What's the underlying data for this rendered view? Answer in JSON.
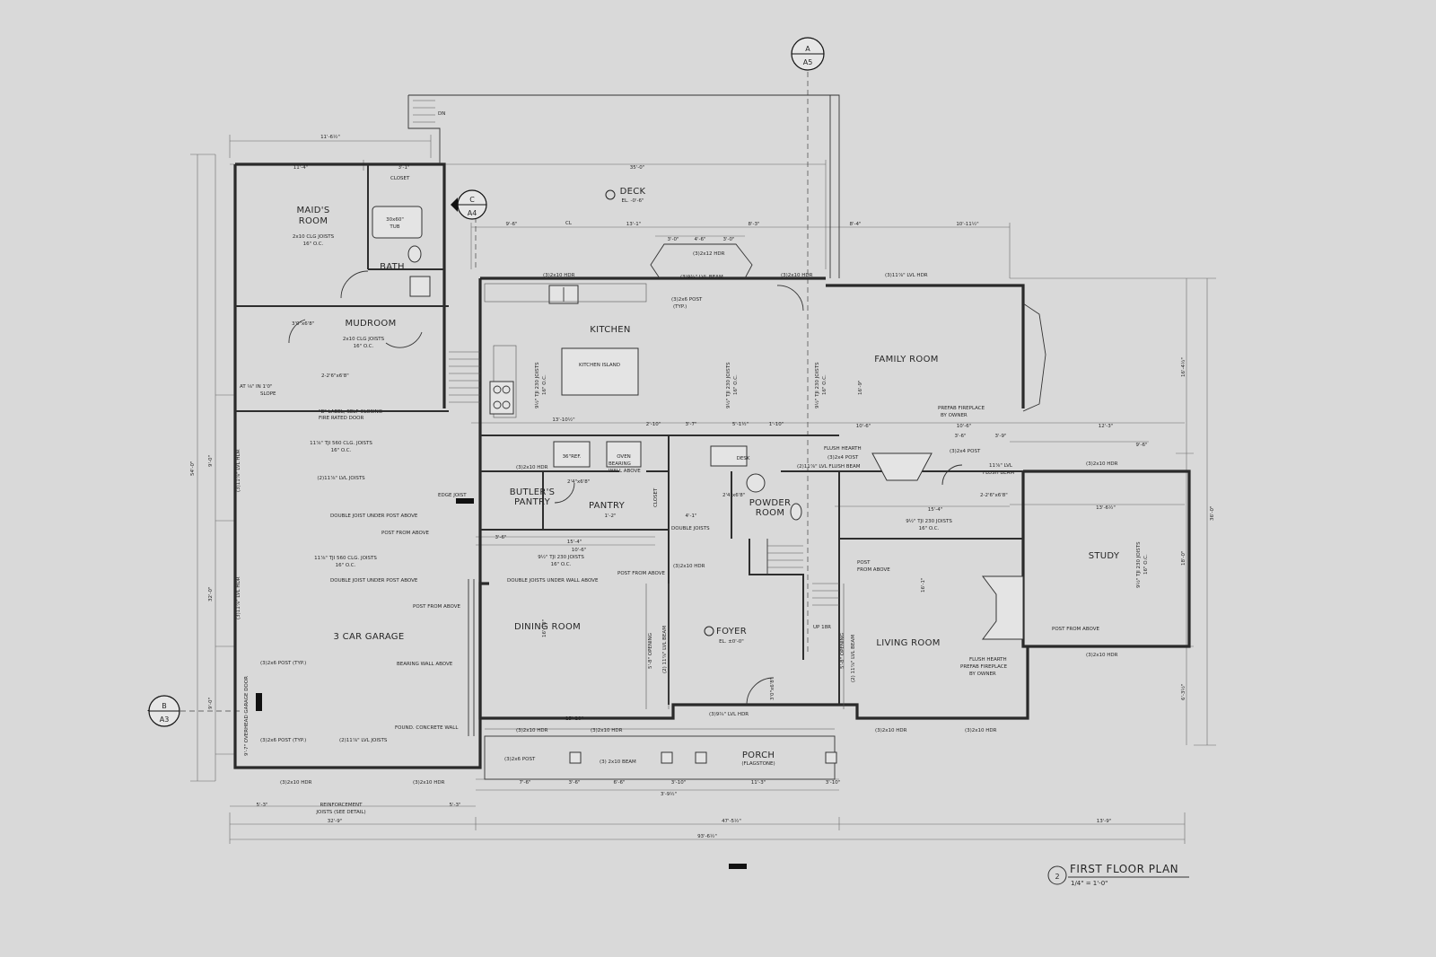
{
  "title": {
    "number": "2",
    "name": "FIRST FLOOR PLAN",
    "scale": "1/4\" = 1'-0\""
  },
  "rooms": {
    "maids_room": [
      "MAID'S",
      "ROOM"
    ],
    "bath": "BATH",
    "closet": "CLOSET",
    "tub": [
      "30x60\"",
      "TUB"
    ],
    "mudroom": "MUDROOM",
    "deck": [
      "DECK",
      "EL. -0'-6\""
    ],
    "kitchen": "KITCHEN",
    "kitchen_island": "KITCHEN ISLAND",
    "family_room": "FAMILY ROOM",
    "butlers_pantry": [
      "BUTLER'S",
      "PANTRY"
    ],
    "pantry": "PANTRY",
    "closet_vertical": "CLOSET",
    "oven": "OVEN",
    "ref": "36\"REF.",
    "desk": "DESK",
    "powder_room": [
      "POWDER",
      "ROOM"
    ],
    "study": "STUDY",
    "garage": "3 CAR GARAGE",
    "dining_room": "DINING ROOM",
    "foyer": [
      "FOYER",
      "EL. ±0'-0\""
    ],
    "living_room": "LIVING ROOM",
    "porch": [
      "PORCH",
      "(FLAGSTONE)"
    ]
  },
  "section_markers": [
    {
      "letter": "A",
      "sheet": "A5"
    },
    {
      "letter": "C",
      "sheet": "A4"
    },
    {
      "letter": "B",
      "sheet": "A3"
    }
  ],
  "notes": {
    "maid_joists": [
      "2x10 CLG JOISTS",
      "16\" O.C."
    ],
    "mud_joists": [
      "2x10 CLG JOISTS",
      "16\" O.C."
    ],
    "door_mud_1": "3'0\"x6'8\"",
    "door_mud_2": "2-2'6\"x6'8\"",
    "fire_door": [
      "\"B\" LABEL, SELF-CLOSING",
      "FIRE RATED DOOR"
    ],
    "slope": [
      "AT ⅛\" IN 1'0\"",
      "SLOPE"
    ],
    "garage_joists_1": [
      "11⅞\" TJI 560  CLG. JOISTS",
      "16\" O.C."
    ],
    "garage_lvl_1": "(2)11⅞\" LVL JOISTS",
    "edge_joist": "EDGE JOIST",
    "double_joist_1": "DOUBLE JOIST UNDER POST ABOVE",
    "post_above_1": "POST FROM ABOVE",
    "garage_joists_2": [
      "11⅞\" TJI 560  CLG. JOISTS",
      "16\" O.C."
    ],
    "double_joist_2": "DOUBLE JOIST UNDER POST ABOVE",
    "post_above_2": "POST FROM ABOVE",
    "bearing_wall": "BEARING WALL ABOVE",
    "post_typ_1": "(3)2x6 POST (TYP.)",
    "post_typ_2": "(3)2x6 POST (TYP.)",
    "garage_lvl_2": "(2)11⅞\" LVL JOISTS",
    "found_wall": "FOUND. CONCRETE WALL",
    "reinforce": [
      "REINFORCEMENT",
      "JOISTS (SEE DETAIL)"
    ],
    "overhead_door": "9'-7\" OVERHEAD GARAGE DOOR",
    "hdr_1": "(3)2x10 HDR",
    "hdr_2": "(3)2x10 HDR",
    "lvl_hdr_1": "(3)11⅞\" LVL HDR",
    "lvl_hdr_2": "(3)11⅞\" LVL HDR",
    "kitchen_hdr": "(3)2x10 HDR",
    "kitchen_post": [
      "(3)2x6 POST",
      "(TYP.)"
    ],
    "lvl_beam_top": "(3)9¾\" LVL BEAM",
    "hdr_312": "(3)2x12 HDR",
    "family_lvl_hdr": "(3)11⅞\" LVL HDR",
    "tji_kitchen_1": [
      "9½\" TJI 230 JOISTS",
      "16\" O.C."
    ],
    "tji_kitchen_2": [
      "9½\" TJI 230 JOISTS",
      "16\" O.C."
    ],
    "tji_family": [
      "9½\" TJI 230 JOISTS",
      "16\" O.C."
    ],
    "fireplace_fam": [
      "PREFAB FIREPLACE",
      "BY OWNER"
    ],
    "flush_hearth_1": "FLUSH HEARTH",
    "post_3_2x4": "(3)2x4 POST",
    "flush_beam_1": "(2)11⅞\" LVL FLUSH BEAM",
    "post_3_2x4_b": "(3)2x4 POST",
    "flush_beam_2": [
      "11⅞\" LVL",
      "FLUSH BEAM"
    ],
    "door_fam": "2-2'6\"x6'8\"",
    "bearing_wall_2": [
      "BEARING",
      "WALL ABOVE"
    ],
    "pantry_hdr": "(3)2x10 HDR",
    "pantry_door": "2'4\"x6'8\"",
    "double_joists_3": "DOUBLE JOISTS",
    "tji_dining": [
      "9½\" TJI 230 JOISTS",
      "16\" O.C."
    ],
    "double_joists_wall": "DOUBLE JOISTS UNDER WALL ABOVE",
    "post_above_3": "POST FROM ABOVE",
    "foyer_hdr": "(3)2x10 HDR",
    "dining_beam": "(2) 11⅞\" LVL BEAM",
    "opening": "5'-8\" OPENING",
    "opening_2": "5'-8\" OPENING",
    "living_beam": "(2) 11⅞\" LVL BEAM",
    "tji_living": [
      "9½\" TJI 230 JOISTS",
      "16\" O.C."
    ],
    "post_above_4": [
      "POST",
      "FROM ABOVE"
    ],
    "up_stairs": "UP 18R",
    "fireplace_liv": [
      "FLUSH HEARTH",
      "PREFAB FIREPLACE",
      "BY OWNER"
    ],
    "study_hdr_1": "(3)2x10 HDR",
    "study_hdr_2": "(3)2x10 HDR",
    "tji_study": [
      "9½\" TJI 230 JOISTS",
      "16\" O.C."
    ],
    "post_above_5": "POST FROM ABOVE",
    "foyer_lvl": "(3)9¾\" LVL HDR",
    "foyer_door": "3'0\"x6'8\"",
    "powder_door": "2'4\"x6'8\"",
    "porch_post": "(3)2x6 POST",
    "porch_beam": "(3) 2x10 BEAM",
    "porch_hdr_1": "(3)2x10 HDR",
    "porch_hdr_2": "(3)2x10 HDR",
    "porch_hdr_3": "(3)2x10 HDR",
    "porch_hdr_4": "(3)2x10 HDR",
    "stud_hdr": "(3)2x10 HDR",
    "dn": "DN",
    "cl": "CL"
  },
  "dimensions": {
    "top_1": "11'-6½\"",
    "top_2": "11'-4\"",
    "top_3": "3'-1\"",
    "top_4": "35'-0\"",
    "top_5": "9'-6\"",
    "top_6": "13'-1\"",
    "top_7": "8'-3\"",
    "top_8": "8'-4\"",
    "top_9": "10'-11½\"",
    "top_10": "3'-0\"",
    "top_11": "4'-6\"",
    "top_12": "3'-0\"",
    "mid_1": "13'-10½\"",
    "mid_2": "2'-10\"",
    "mid_3": "3'-7\"",
    "mid_4": "5'-1½\"",
    "mid_5": "1'-10\"",
    "mid_6": "10'-6\"",
    "mid_7": "10'-6\"",
    "mid_8": "3'-6\"",
    "mid_9": "3'-9\"",
    "mid_10": "12'-3\"",
    "mid_11": "9'-6\"",
    "mid_12": "15'-4\"",
    "mid_13": "13'-6½\"",
    "mid_14": "15'-4\"",
    "mid_15": "10'-6\"",
    "mid_16": "3'-6\"",
    "mid_17": "1'-2\"",
    "mid_18": "4'-1\"",
    "mid_19": "15'-10\"",
    "bot_1": "7'-6\"",
    "bot_2": "3'-6\"",
    "bot_3": "6'-6\"",
    "bot_4": "3'-10\"",
    "bot_5": "11'-3\"",
    "bot_6": "3'-10\"",
    "bot_7": "3'-9½\"",
    "bot_8": "5'-3\"",
    "bot_9": "5'-3\"",
    "bot_10": "32'-9\"",
    "bot_11": "47'-5½\"",
    "bot_12": "13'-9\"",
    "bot_13": "93'-6½\"",
    "left_1": "54'-0\"",
    "left_2": "32'-0\"",
    "left_3": "9'-0\"",
    "left_4": "9'-0\"",
    "right_1": "36'-0\"",
    "right_2": "16'-4½\"",
    "right_3": "18'-0\"",
    "right_4": "16'-1\"",
    "right_5": "16'-10\"",
    "right_6": "16'-9\"",
    "right_7": "6'-3½\""
  }
}
